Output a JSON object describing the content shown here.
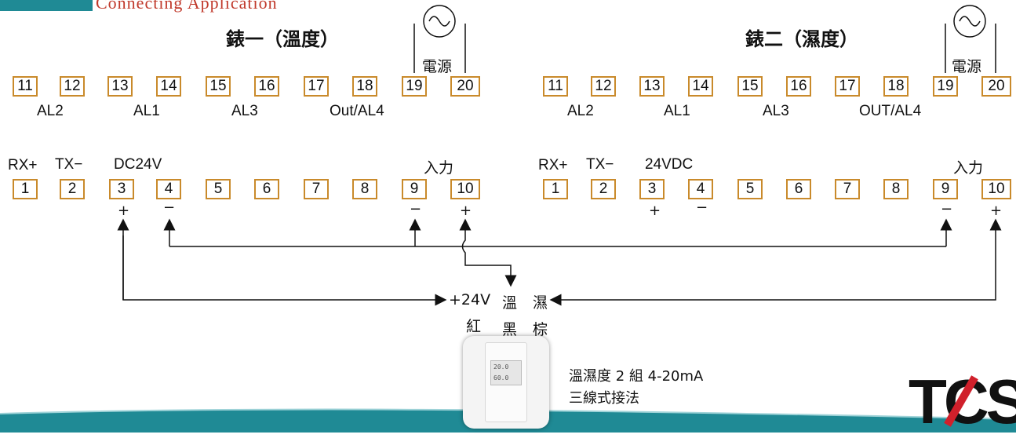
{
  "header": {
    "subtitle": "Connecting Application"
  },
  "meter1": {
    "title": "錶一（溫度）",
    "power_label": "電源",
    "top_terminals": [
      "11",
      "12",
      "13",
      "14",
      "15",
      "16",
      "17",
      "18",
      "19",
      "20"
    ],
    "top_labels": [
      "AL2",
      "AL1",
      "AL3",
      "Out/AL4"
    ],
    "bottom_terminals": [
      "1",
      "2",
      "3",
      "4",
      "5",
      "6",
      "7",
      "8",
      "9",
      "10"
    ],
    "rx_label": "RX+",
    "tx_label": "TX−",
    "dc_label": "DC24V",
    "input_label": "入力",
    "signs": [
      "+",
      "−",
      "−",
      "+"
    ]
  },
  "meter2": {
    "title": "錶二（濕度）",
    "power_label": "電源",
    "top_terminals": [
      "11",
      "12",
      "13",
      "14",
      "15",
      "16",
      "17",
      "18",
      "19",
      "20"
    ],
    "top_labels": [
      "AL2",
      "AL1",
      "AL3",
      "OUT/AL4"
    ],
    "bottom_terminals": [
      "1",
      "2",
      "3",
      "4",
      "5",
      "6",
      "7",
      "8",
      "9",
      "10"
    ],
    "rx_label": "RX+",
    "tx_label": "TX−",
    "dc_label": "24VDC",
    "input_label": "入力",
    "signs": [
      "+",
      "−",
      "−",
      "+"
    ]
  },
  "sensor": {
    "wire_labels": [
      "+24V",
      "溫",
      "濕"
    ],
    "wire_colors": [
      "紅",
      "黑",
      "棕"
    ],
    "lcd_lines": [
      "20.0",
      "60.0"
    ],
    "note_line1": "溫濕度 2 組 4-20mA",
    "note_line2": "三線式接法"
  },
  "logo": {
    "text": "TCS"
  },
  "colors": {
    "terminal_border": "#c98a2b",
    "header_block": "#1f8a95",
    "subtitle": "#c0392b",
    "logo_slash": "#d0202b",
    "band": "#1f8a95"
  }
}
